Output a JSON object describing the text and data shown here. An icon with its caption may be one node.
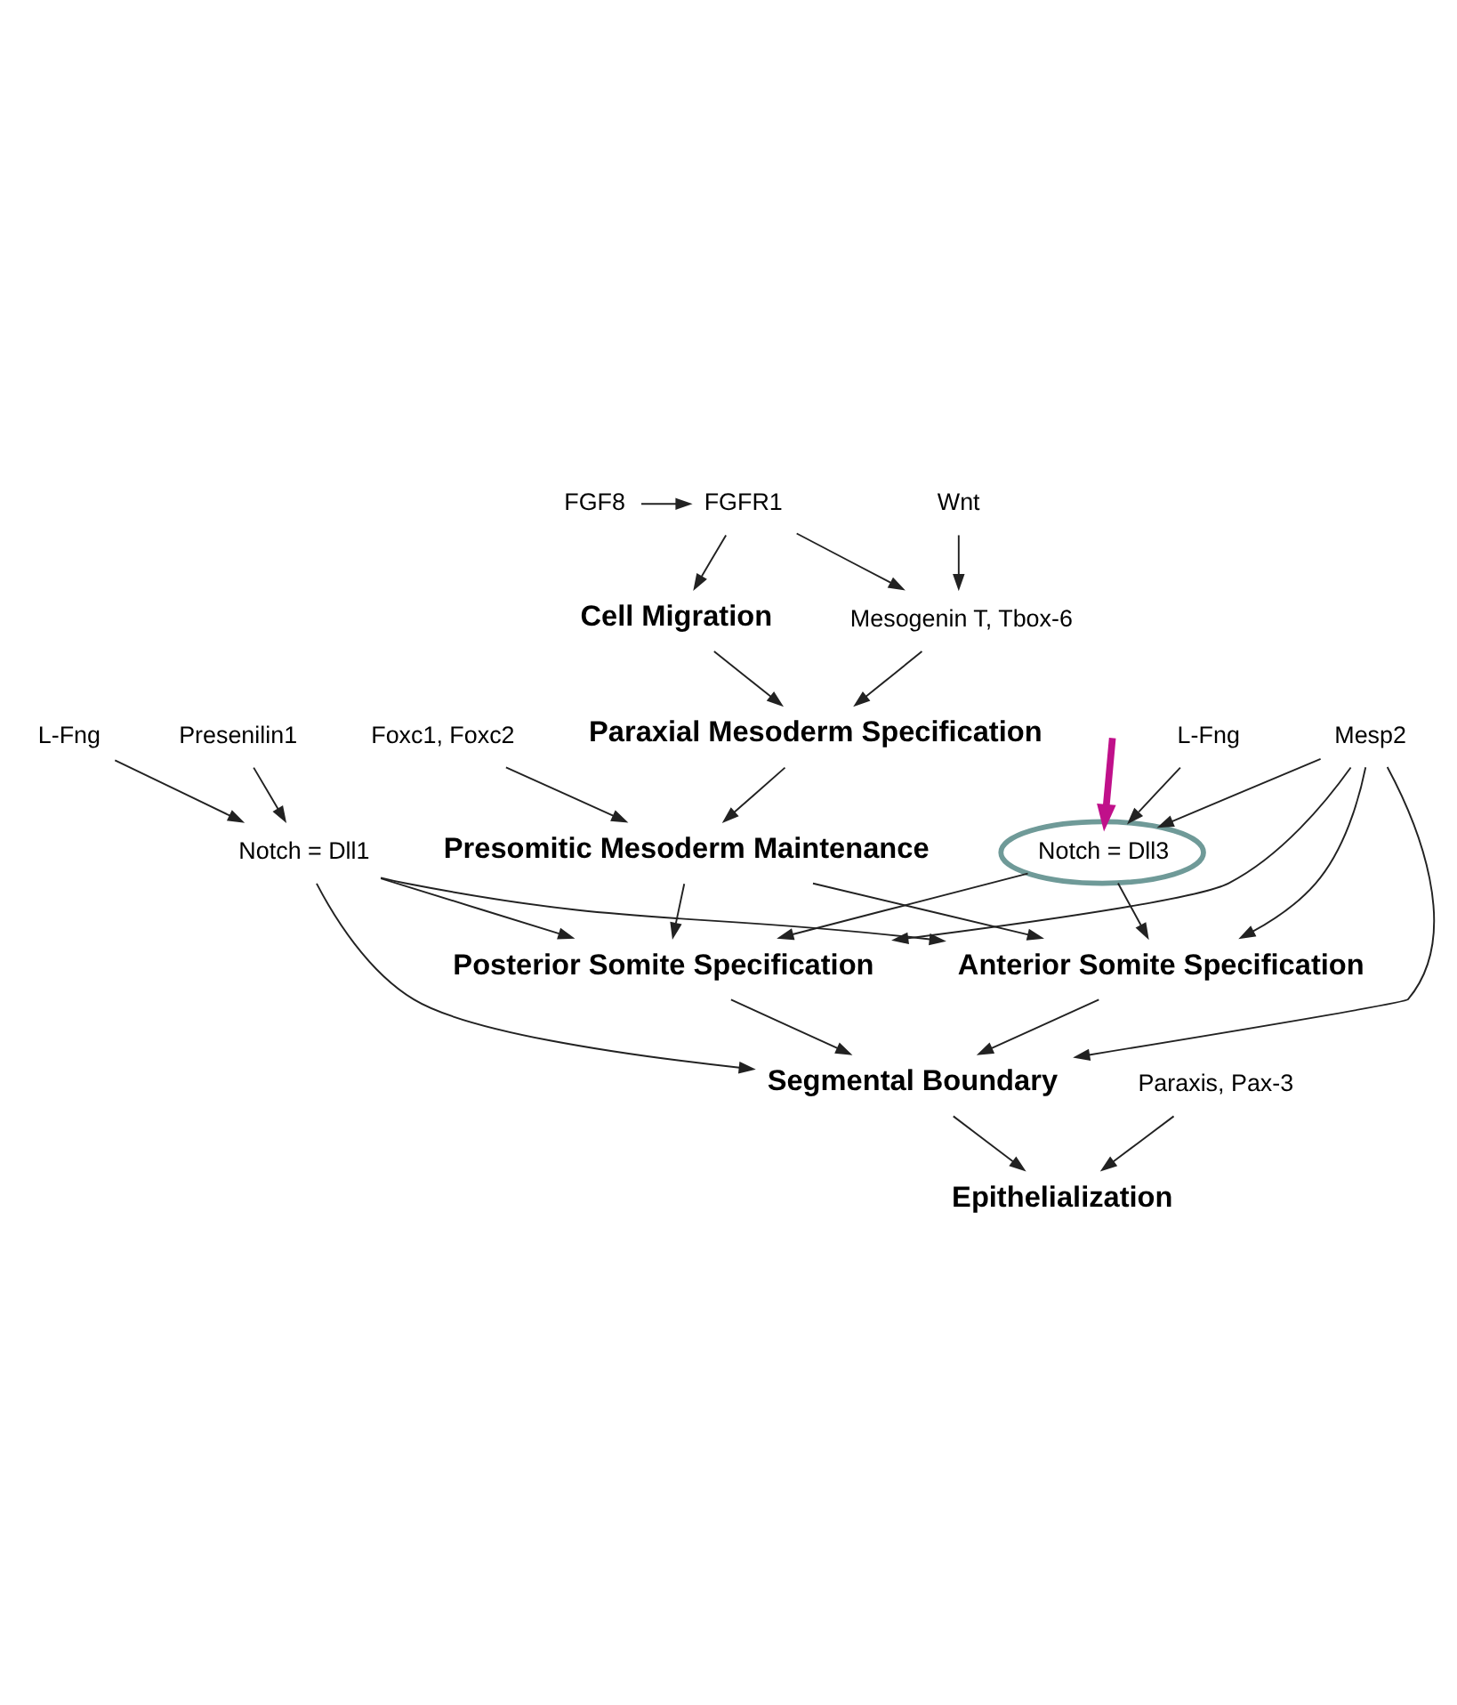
{
  "diagram": {
    "nodes": [
      {
        "text": [
          "FGF8"
        ]
      },
      {
        "text": [
          "FGFR1"
        ]
      },
      {
        "text": [
          "Wnt"
        ]
      },
      {
        "text": [
          "Mesogenin T, Tbox-6"
        ]
      },
      {
        "text": [
          "Cell Migration"
        ]
      },
      {
        "text": [
          "Paraxial Mesoderm Specification"
        ]
      },
      {
        "text": [
          "Foxc1, Foxc2"
        ]
      },
      {
        "text": [
          "Presomitic Mesoderm Maintenance"
        ]
      },
      {
        "text": [
          "L-Fng"
        ]
      },
      {
        "text": [
          "Notch = Dll3"
        ]
      },
      {
        "text": [
          "Presenilin1"
        ]
      },
      {
        "text": [
          "L-Fng"
        ]
      },
      {
        "text": [
          "Notch = Dll1"
        ]
      },
      {
        "text": [
          "Mesp2"
        ]
      },
      {
        "text": [
          "Anterior Somite Specification"
        ]
      },
      {
        "text": [
          "Posterior Somite Specification"
        ]
      },
      {
        "text": [
          "Segmental Boundary"
        ]
      },
      {
        "text": [
          "Paraxis, Pax-3"
        ]
      },
      {
        "text": [
          "Epithelialization"
        ]
      }
    ],
    "edges": [
      {
        "from": 0,
        "to": 1,
        "arrow": "to"
      },
      {
        "from": 1,
        "to": 3,
        "arrow": "to"
      },
      {
        "from": 1,
        "to": 4,
        "arrow": "to"
      },
      {
        "from": 2,
        "to": 3,
        "arrow": "to"
      },
      {
        "from": 3,
        "to": 5,
        "arrow": "to"
      },
      {
        "from": 4,
        "to": 5,
        "arrow": "to"
      },
      {
        "from": 6,
        "to": 7,
        "arrow": "to"
      },
      {
        "from": 5,
        "to": 7,
        "arrow": "to"
      },
      {
        "from": 8,
        "to": 9,
        "arrow": "to"
      },
      {
        "from": 13,
        "to": 9,
        "arrow": "to"
      },
      {
        "from": 10,
        "to": 12,
        "arrow": "to"
      },
      {
        "from": 11,
        "to": 12,
        "arrow": "to"
      },
      {
        "from": 7,
        "to": 14,
        "arrow": "to"
      },
      {
        "from": 7,
        "to": 15,
        "arrow": "to"
      },
      {
        "from": 9,
        "to": 14,
        "arrow": "to"
      },
      {
        "from": 9,
        "to": 15,
        "arrow": "to"
      },
      {
        "from": 13,
        "to": 14,
        "arrow": "to"
      },
      {
        "from": 13,
        "to": 15,
        "arrow": "to"
      },
      {
        "from": 12,
        "to": 14,
        "arrow": "to"
      },
      {
        "from": 12,
        "to": 15,
        "arrow": "to"
      },
      {
        "from": 14,
        "to": 16,
        "arrow": "to"
      },
      {
        "from": 15,
        "to": 16,
        "arrow": "to"
      },
      {
        "from": 13,
        "to": 16,
        "arrow": "to"
      },
      {
        "from": 12,
        "to": 16,
        "arrow": "to"
      },
      {
        "from": 16,
        "to": 18,
        "arrow": "to"
      },
      {
        "from": 17,
        "to": 18,
        "arrow": "to"
      },
      {
        "from": null,
        "to": 9,
        "arrow": "to",
        "style": "thick",
        "color": "#c0108a"
      }
    ]
  }
}
